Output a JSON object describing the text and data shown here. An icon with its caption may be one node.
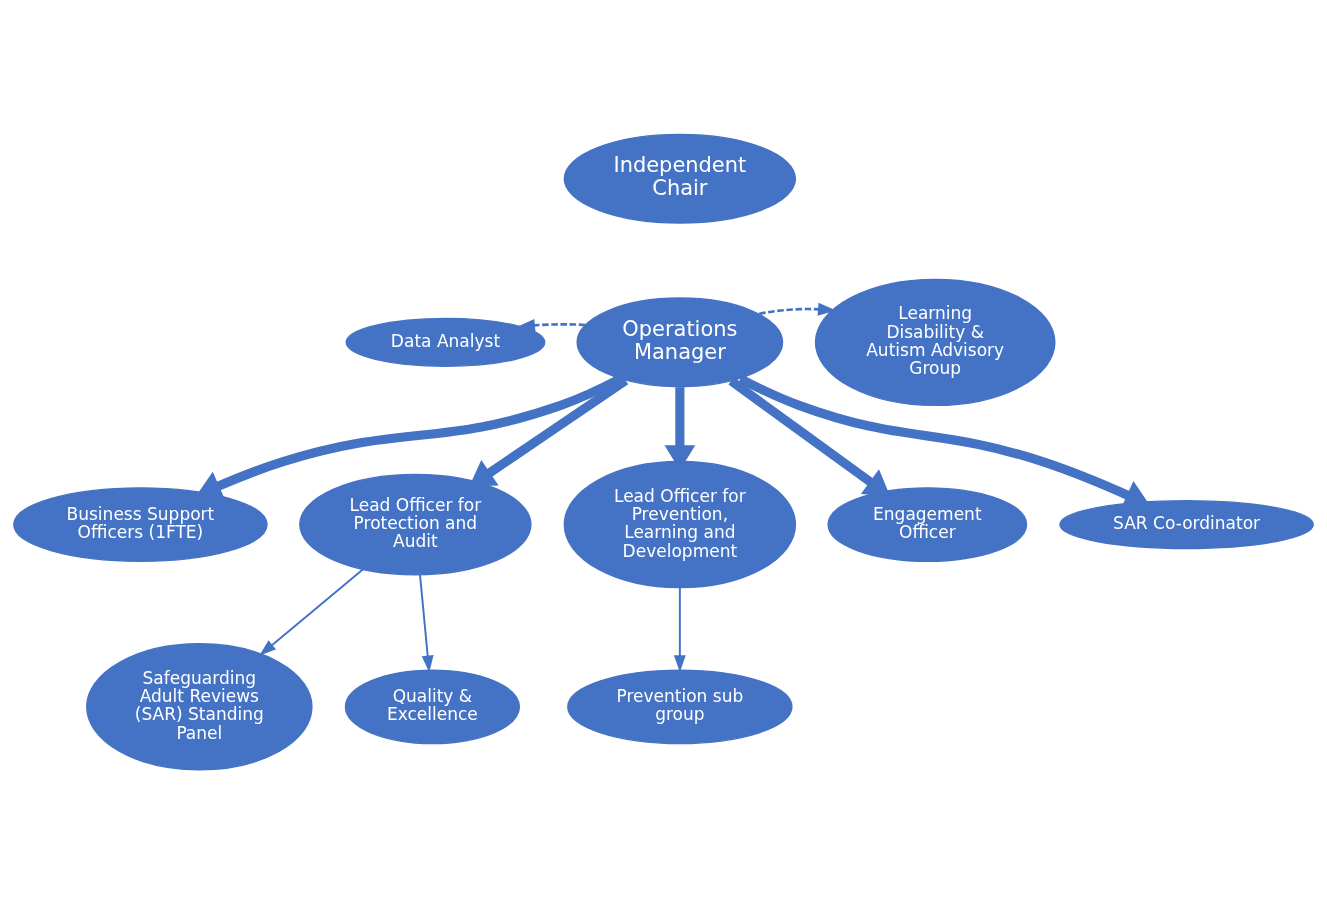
{
  "diagram": {
    "nodes": [
      {
        "text": [
          "Independent Chair"
        ]
      },
      {
        "text": [
          "Data Analyst"
        ]
      },
      {
        "text": [
          "Learning Disability & Autism Advisory Group"
        ]
      },
      {
        "text": [
          "Operations Manager"
        ]
      },
      {
        "text": [
          "Business Support Officers (1FTE)"
        ]
      },
      {
        "text": [
          "Lead Officer for Protection and Audit"
        ]
      },
      {
        "text": [
          "Lead Officer for Prevention, Learning and Development"
        ]
      },
      {
        "text": [
          "Engagement Officer"
        ]
      },
      {
        "text": [
          "SAR Co-ordinator"
        ]
      },
      {
        "text": [
          "Safeguarding Adult Reviews (SAR) Standing Panel"
        ]
      },
      {
        "text": [
          "Quality & Excellence"
        ]
      },
      {
        "text": [
          "Prevention sub group"
        ]
      }
    ],
    "edges": [
      {
        "from": 3,
        "to": 1,
        "arrow": "to",
        "style": "dashed"
      },
      {
        "from": 3,
        "to": 2,
        "arrow": "to",
        "style": "dashed"
      },
      {
        "from": 3,
        "to": 4,
        "arrow": "to",
        "style": "thick"
      },
      {
        "from": 3,
        "to": 5,
        "arrow": "to",
        "style": "thick"
      },
      {
        "from": 3,
        "to": 6,
        "arrow": "to",
        "style": "thick"
      },
      {
        "from": 3,
        "to": 7,
        "arrow": "to",
        "style": "thick"
      },
      {
        "from": 3,
        "to": 8,
        "arrow": "to",
        "style": "thick"
      },
      {
        "from": 5,
        "to": 9,
        "arrow": "to"
      },
      {
        "from": 5,
        "to": 10,
        "arrow": "to"
      },
      {
        "from": 6,
        "to": 11,
        "arrow": "to"
      }
    ]
  }
}
